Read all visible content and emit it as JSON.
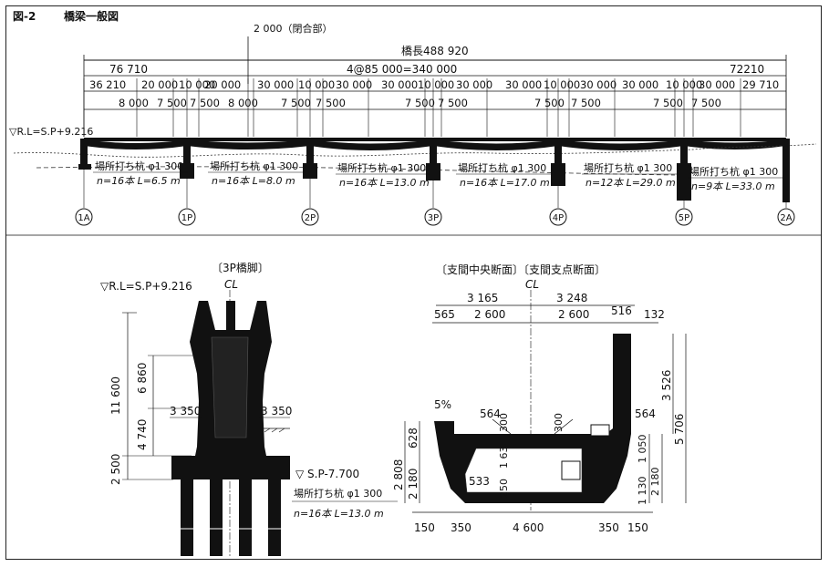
{
  "figure": {
    "label": "図-2",
    "title": "橋梁一般図"
  },
  "elevation": {
    "closure_note": "2 000（閉合部）",
    "total_length": "橋長488 920",
    "ground_level": "▽R.L=S.P+9.216",
    "left_end_span": "76 710",
    "center_spans": "4@85 000=340 000",
    "right_end_span": "72210",
    "segments_upper": [
      "36 210",
      "20 000",
      "10 000",
      "20 000",
      "30 000",
      "10 000",
      "30 000",
      "30 000",
      "10 000",
      "30 000",
      "30 000",
      "10 000",
      "30 000",
      "30 000",
      "10 000",
      "30 000",
      "29 710"
    ],
    "segments_lower": [
      "8 000",
      "7 500",
      "7 500",
      "8 000",
      "7 500",
      "7 500",
      "7 500",
      "7 500",
      "7 500",
      "7 500",
      "7 500",
      "7 500"
    ],
    "supports": [
      "1A",
      "1P",
      "2P",
      "3P",
      "4P",
      "5P",
      "2A"
    ],
    "piles": [
      {
        "type": "場所打ち杭 φ1 300",
        "spec": "n=16本 L=6.5 m"
      },
      {
        "type": "場所打ち杭 φ1 300",
        "spec": "n=16本 L=8.0 m"
      },
      {
        "type": "場所打ち杭 φ1 300",
        "spec": "n=16本 L=13.0 m"
      },
      {
        "type": "場所打ち杭 φ1 300",
        "spec": "n=16本 L=17.0 m"
      },
      {
        "type": "場所打ち杭 φ1 300",
        "spec": "n=12本 L=29.0 m"
      },
      {
        "type": "場所打ち杭 φ1 300",
        "spec": "n=9本 L=33.0 m"
      }
    ]
  },
  "pier": {
    "title": "〔3P橋脚〕",
    "centerline": "CL",
    "ground_level": "▽R.L=S.P+9.216",
    "footing_level": "▽ S.P-7.700",
    "dims": {
      "h_total": "11 600",
      "h_upper": "6 860",
      "h_lower": "4 740",
      "h_footing": "2 500",
      "w_left": "3 350",
      "w_right": "3 350"
    },
    "pile_type": "場所打ち杭 φ1 300",
    "pile_spec": "n=16本 L=13.0 m"
  },
  "section": {
    "title": "〔支間中央断面〕〔支間支点断面〕",
    "centerline": "CL",
    "top_dims": [
      "3 165",
      "3 248"
    ],
    "upper_dims": [
      "565",
      "2 600",
      "2 600",
      "516",
      "132"
    ],
    "slope": "5%",
    "haunch_left": "564",
    "haunch_right": "564",
    "web_left": "300",
    "web_right": "300",
    "mid_dims": [
      "1 63",
      "250",
      "533"
    ],
    "left_dims": [
      "2 808",
      "628",
      "2 180"
    ],
    "right_dims": [
      "3 526",
      "5 706",
      "1 050",
      "2 180",
      "1 130"
    ],
    "bottom_dims": [
      "150",
      "350",
      "4 600",
      "350",
      "150"
    ]
  }
}
